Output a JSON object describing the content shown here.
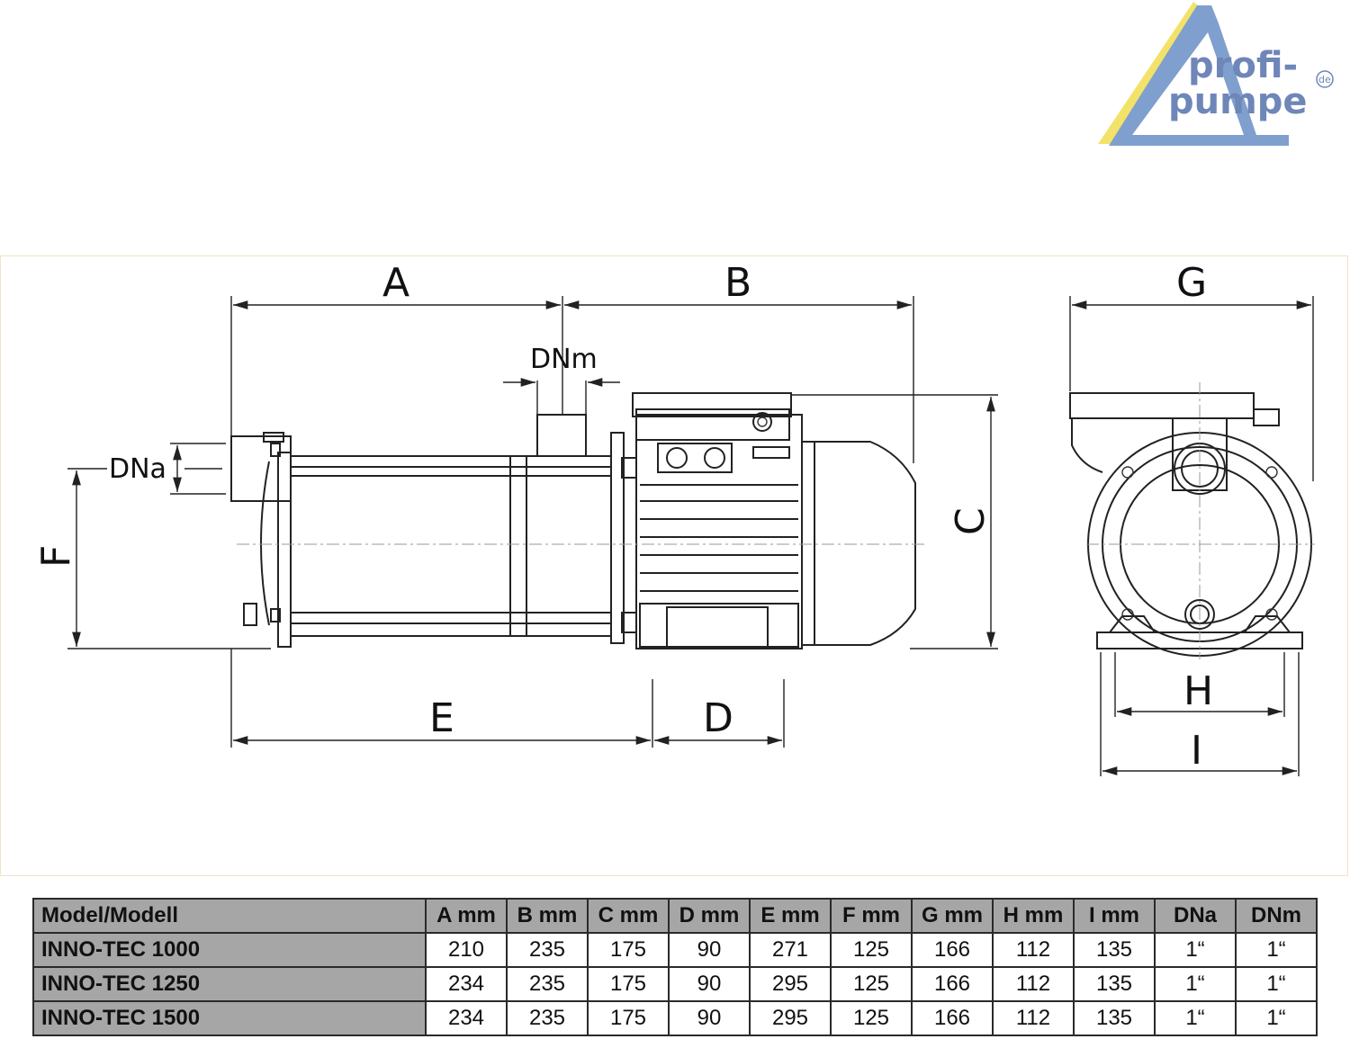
{
  "logo": {
    "line1": "profi-",
    "line2": "pumpe",
    "suffix": "de",
    "colors": {
      "roof": "#f2e26a",
      "house": "#7f9fce",
      "text": "#6e86b8"
    }
  },
  "drawing": {
    "labels": {
      "A": "A",
      "B": "B",
      "C": "C",
      "D": "D",
      "E": "E",
      "F": "F",
      "G": "G",
      "H": "H",
      "I": "I",
      "DNa": "DNa",
      "DNm": "DNm"
    }
  },
  "table": {
    "headers": [
      "Model/Modell",
      "A mm",
      "B mm",
      "C mm",
      "D mm",
      "E mm",
      "F mm",
      "G mm",
      "H mm",
      "I mm",
      "DNa",
      "DNm"
    ],
    "rows": [
      [
        "INNO-TEC 1000",
        "210",
        "235",
        "175",
        "90",
        "271",
        "125",
        "166",
        "112",
        "135",
        "1“",
        "1“"
      ],
      [
        "INNO-TEC 1250",
        "234",
        "235",
        "175",
        "90",
        "295",
        "125",
        "166",
        "112",
        "135",
        "1“",
        "1“"
      ],
      [
        "INNO-TEC 1500",
        "234",
        "235",
        "175",
        "90",
        "295",
        "125",
        "166",
        "112",
        "135",
        "1“",
        "1“"
      ]
    ]
  }
}
